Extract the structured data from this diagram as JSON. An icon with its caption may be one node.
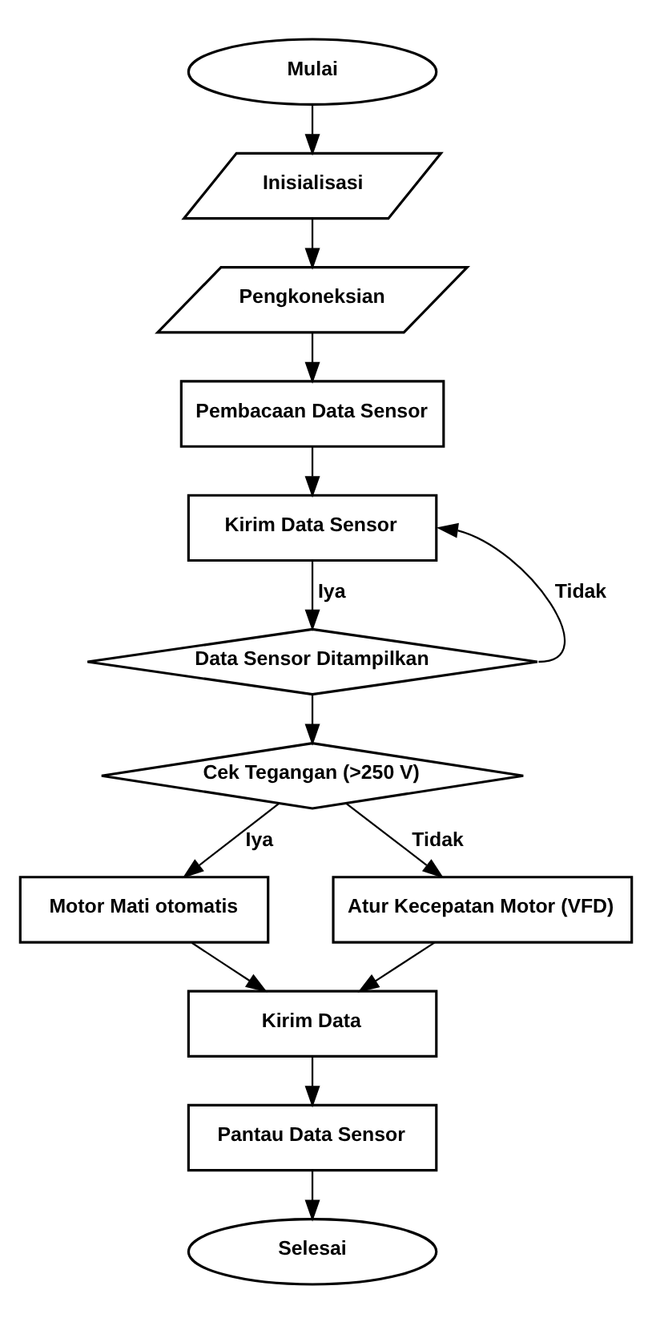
{
  "diagram": {
    "nodes": [
      {
        "text": [
          "Mulai"
        ]
      },
      {
        "text": [
          "Inisialisasi"
        ]
      },
      {
        "text": [
          "Pengkoneksian"
        ]
      },
      {
        "text": [
          "Pembacaan Data Sensor"
        ]
      },
      {
        "text": [
          "Kirim Data Sensor"
        ]
      },
      {
        "text": [
          "Data Sensor Ditampilkan"
        ]
      },
      {
        "text": [
          "Cek Tegangan (>250 V)"
        ]
      },
      {
        "text": [
          "Motor Mati otomatis"
        ]
      },
      {
        "text": [
          "Atur Kecepatan Motor (VFD)"
        ]
      },
      {
        "text": [
          "Kirim Data"
        ]
      },
      {
        "text": [
          "Pantau Data Sensor"
        ]
      },
      {
        "text": [
          "Selesai"
        ]
      }
    ],
    "edges": [
      {
        "from": 0,
        "to": 1,
        "arrow": "to"
      },
      {
        "from": 1,
        "to": 2,
        "arrow": "to"
      },
      {
        "from": 2,
        "to": 3,
        "arrow": "to"
      },
      {
        "from": 3,
        "to": 4,
        "arrow": "to"
      },
      {
        "from": 4,
        "to": 5,
        "arrow": "to",
        "label": "Iya"
      },
      {
        "from": 5,
        "to": 4,
        "arrow": "to",
        "label": "Tidak"
      },
      {
        "from": 5,
        "to": 6,
        "arrow": "to"
      },
      {
        "from": 6,
        "to": 7,
        "arrow": "to",
        "label": "Iya"
      },
      {
        "from": 6,
        "to": 8,
        "arrow": "to",
        "label": "Tidak"
      },
      {
        "from": 7,
        "to": 9,
        "arrow": "to"
      },
      {
        "from": 8,
        "to": 9,
        "arrow": "to"
      },
      {
        "from": 9,
        "to": 10,
        "arrow": "to"
      },
      {
        "from": 10,
        "to": 11,
        "arrow": "to"
      }
    ]
  }
}
